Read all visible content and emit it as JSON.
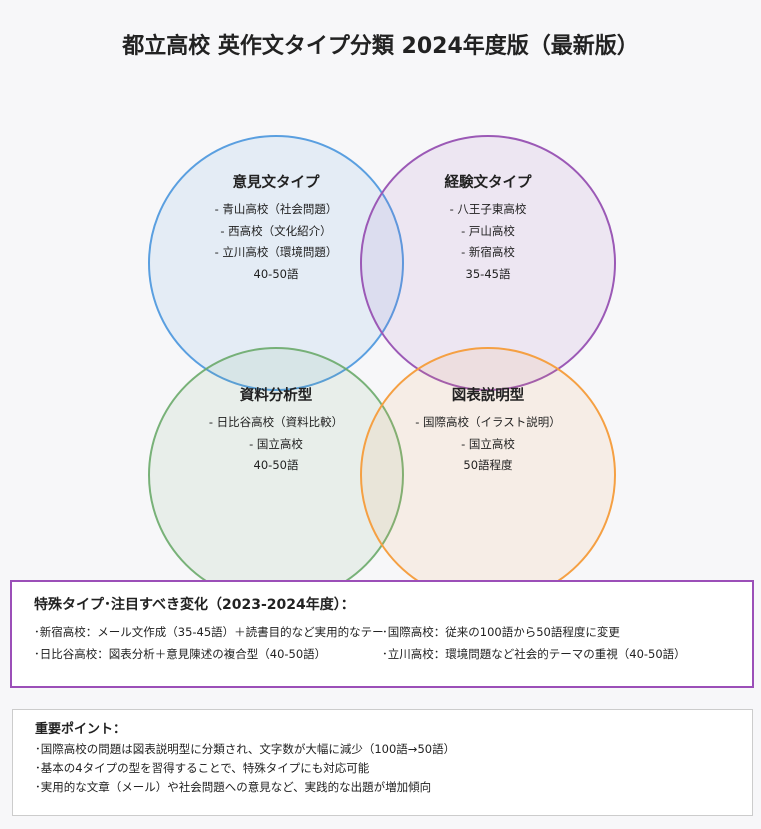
{
  "title": "都立高校 英作文タイプ分類 2024年度版（最新版）",
  "colors": {
    "opinion": "#5a9fe0",
    "experience": "#9b59b6",
    "data": "#6aaa6a",
    "figure": "#f5a043",
    "special_border": "#9b4fb8"
  },
  "circles": [
    {
      "title": "意見文タイプ",
      "items": [
        "- 青山高校（社会問題）",
        "- 西高校（文化紹介）",
        "- 立川高校（環境問題）",
        "40-50語"
      ]
    },
    {
      "title": "経験文タイプ",
      "items": [
        "- 八王子東高校",
        "- 戸山高校",
        "- 新宿高校",
        "35-45語"
      ]
    },
    {
      "title": "資料分析型",
      "items": [
        "- 日比谷高校（資料比較）",
        "- 国立高校",
        "40-50語"
      ]
    },
    {
      "title": "図表説明型",
      "items": [
        "- 国際高校（イラスト説明）",
        "- 国立高校",
        "50語程度"
      ]
    }
  ],
  "special": {
    "heading": "特殊タイプ･注目すべき変化（2023-2024年度）：",
    "items": [
      "･新宿高校：メール文作成（35-45語）＋読書目的など実用的なテー",
      "･国際高校：従来の100語から50語程度に変更",
      "･日比谷高校：図表分析＋意見陳述の複合型（40-50語）",
      "･立川高校：環境問題など社会的テーマの重視（40-50語）"
    ]
  },
  "points": {
    "heading": "重要ポイント：",
    "items": [
      "･国際高校の問題は図表説明型に分類され、文字数が大幅に減少（100語→50語）",
      "･基本の4タイプの型を習得することで、特殊タイプにも対応可能",
      "･実用的な文章（メール）や社会問題への意見など、実践的な出題が増加傾向"
    ]
  }
}
